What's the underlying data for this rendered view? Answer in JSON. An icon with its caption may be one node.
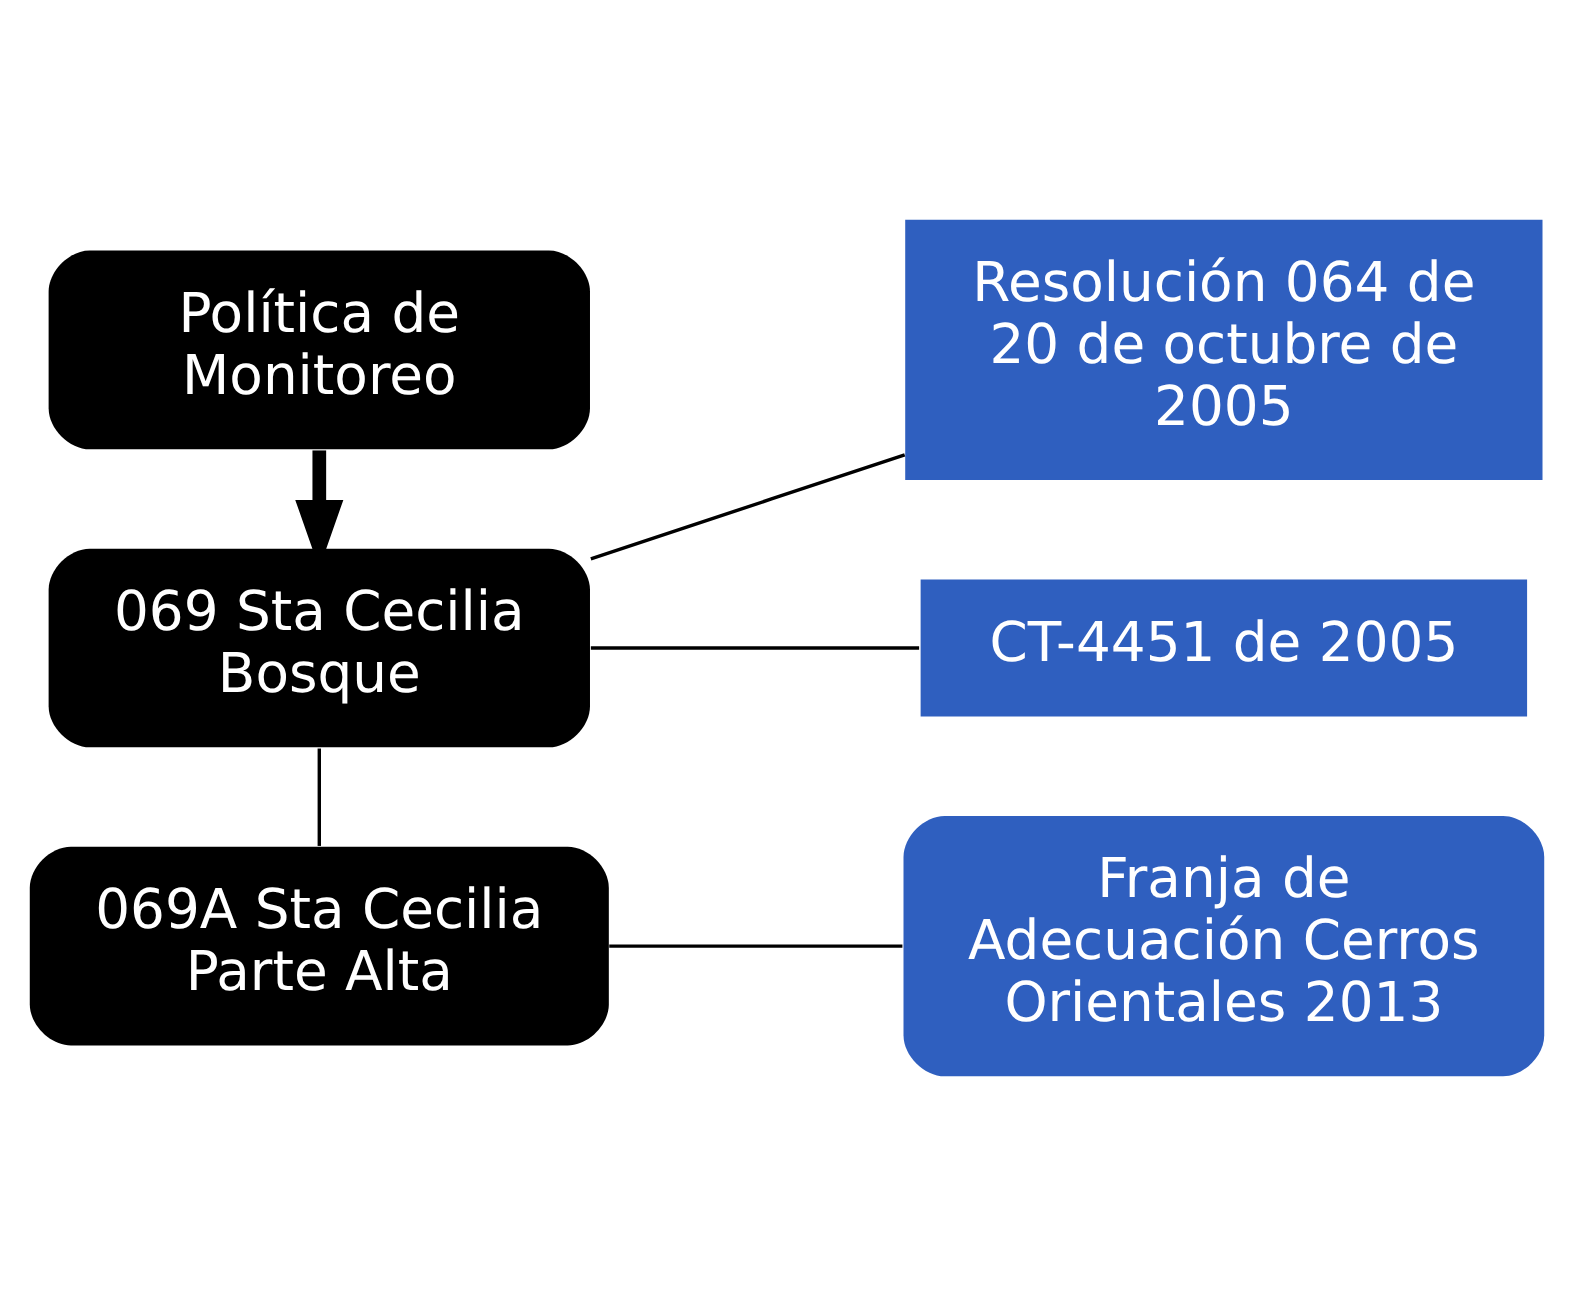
{
  "diagram": {
    "nodes": [
      {
        "text": [
          "Política de Monitoreo"
        ]
      },
      {
        "text": [
          "069 Sta Cecilia Bosque"
        ]
      },
      {
        "text": [
          "069A Sta Cecilia Parte Alta"
        ]
      },
      {
        "text": [
          "Resolución 064 de 20 de octubre de 2005"
        ]
      },
      {
        "text": [
          "CT-4451 de 2005"
        ]
      },
      {
        "text": [
          "Franja de Adecuación Cerros Orientales 2013"
        ]
      }
    ],
    "edges": [
      {
        "from": 0,
        "to": 1,
        "arrow": "to",
        "style": "thick"
      },
      {
        "from": 1,
        "to": 2,
        "arrow": "none"
      },
      {
        "from": 1,
        "to": 3,
        "arrow": "none"
      },
      {
        "from": 1,
        "to": 4,
        "arrow": "none"
      },
      {
        "from": 2,
        "to": 5,
        "arrow": "none"
      }
    ]
  }
}
